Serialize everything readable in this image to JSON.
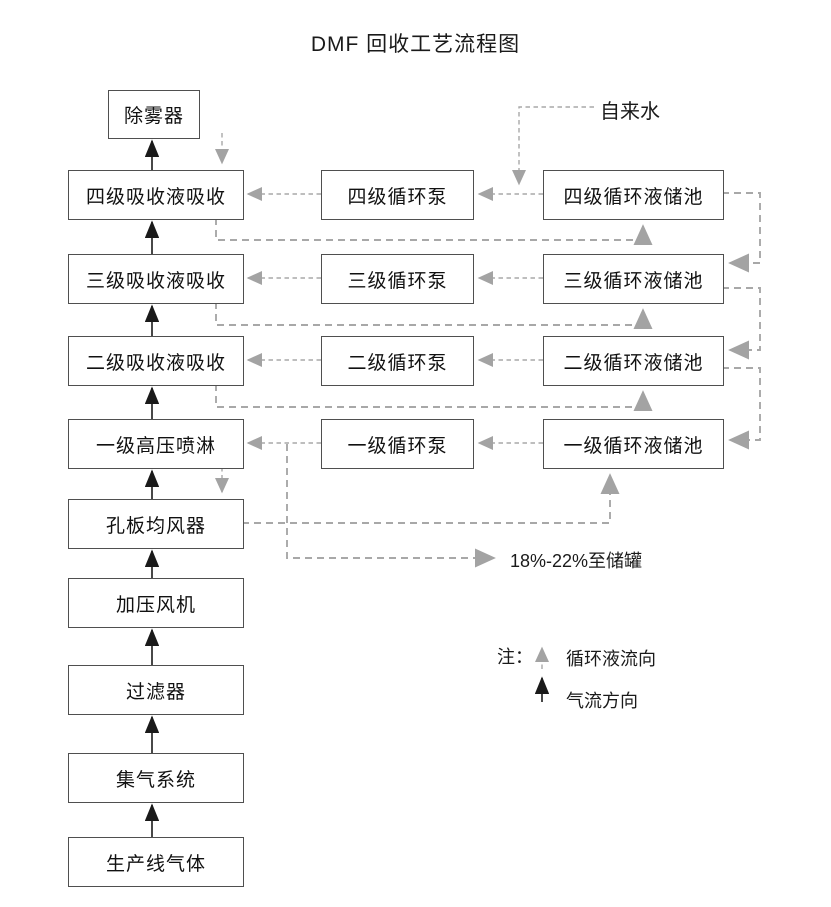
{
  "title": "DMF 回收工艺流程图",
  "palette": {
    "gas_line": "#1a1a1a",
    "liquid_line": "#a8a8a8",
    "box_border": "#4f4f4f",
    "background": "#ffffff"
  },
  "nodes": {
    "demister": "除雾器",
    "absorber4": "四级吸收液吸收",
    "absorber3": "三级吸收液吸收",
    "absorber2": "二级吸收液吸收",
    "spray1": "一级高压喷淋",
    "distributor": "孔板均风器",
    "fan": "加压风机",
    "filter": "过滤器",
    "gas_collection": "集气系统",
    "production_line": "生产线气体",
    "pump4": "四级循环泵",
    "pump3": "三级循环泵",
    "pump2": "二级循环泵",
    "pump1": "一级循环泵",
    "tank4": "四级循环液储池",
    "tank3": "三级循环液储池",
    "tank2": "二级循环液储池",
    "tank1": "一级循环液储池"
  },
  "annotations": {
    "tap_water": "自来水",
    "to_storage_tank": "18%-22%至储罐"
  },
  "legend": {
    "note_label": "注：",
    "liquid_flow": "循环液流向",
    "gas_flow": "气流方向"
  }
}
